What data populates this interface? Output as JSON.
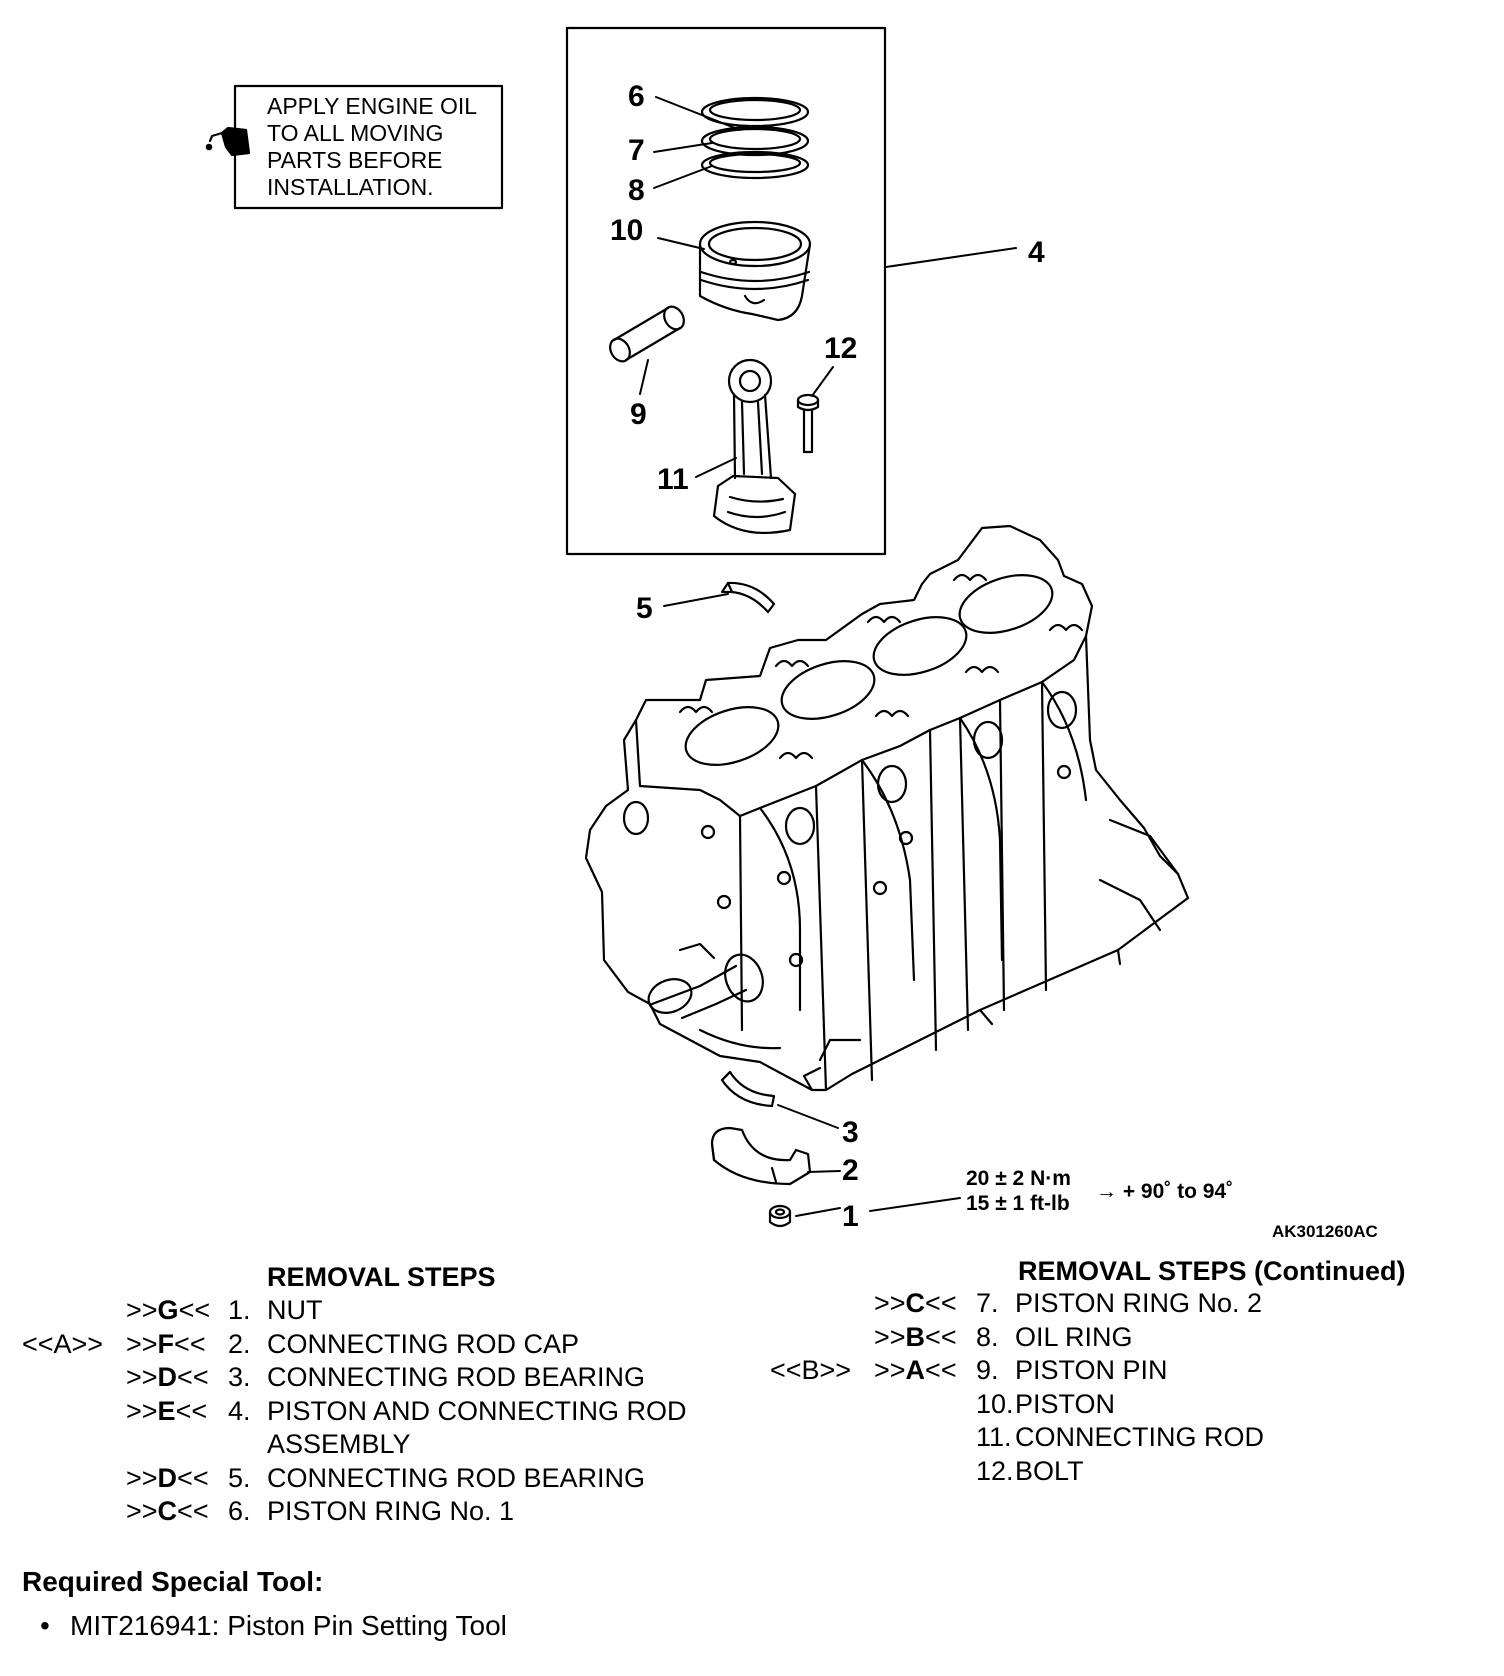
{
  "note": {
    "lines": [
      "APPLY ENGINE OIL",
      "TO ALL MOVING",
      "PARTS BEFORE",
      "INSTALLATION."
    ],
    "icon": "oil-can-icon"
  },
  "callouts": [
    "1",
    "2",
    "3",
    "4",
    "5",
    "6",
    "7",
    "8",
    "9",
    "10",
    "11",
    "12"
  ],
  "torque": {
    "metric": "20 ± 2 N·m",
    "imperial": "15 ± 1 ft-lb",
    "angle": "→ + 90˚ to 94˚"
  },
  "figure_id": "AK301260AC",
  "removal_steps_left": {
    "heading": "REMOVAL STEPS",
    "rows": [
      {
        "pre": "",
        "code_open": ">>",
        "code": "G",
        "code_close": "<<",
        "num": "1.",
        "label": "NUT"
      },
      {
        "pre": "<<A>>",
        "code_open": ">>",
        "code": "F",
        "code_close": "<<",
        "num": "2.",
        "label": "CONNECTING ROD CAP"
      },
      {
        "pre": "",
        "code_open": ">>",
        "code": "D",
        "code_close": "<<",
        "num": "3.",
        "label": "CONNECTING ROD BEARING"
      },
      {
        "pre": "",
        "code_open": ">>",
        "code": "E",
        "code_close": "<<",
        "num": "4.",
        "label": "PISTON AND CONNECTING ROD"
      },
      {
        "pre": "",
        "code_open": "",
        "code": "",
        "code_close": "",
        "num": "",
        "label": "ASSEMBLY"
      },
      {
        "pre": "",
        "code_open": ">>",
        "code": "D",
        "code_close": "<<",
        "num": "5.",
        "label": "CONNECTING ROD BEARING"
      },
      {
        "pre": "",
        "code_open": ">>",
        "code": "C",
        "code_close": "<<",
        "num": "6.",
        "label": "PISTON RING No. 1"
      }
    ]
  },
  "removal_steps_right": {
    "heading": "REMOVAL STEPS (Continued)",
    "rows": [
      {
        "pre": "",
        "code_open": ">>",
        "code": "C",
        "code_close": "<<",
        "num": "7.",
        "label": "PISTON RING No. 2"
      },
      {
        "pre": "",
        "code_open": ">>",
        "code": "B",
        "code_close": "<<",
        "num": "8.",
        "label": "OIL RING"
      },
      {
        "pre": "<<B>>",
        "code_open": ">>",
        "code": "A",
        "code_close": "<<",
        "num": "9.",
        "label": "PISTON PIN"
      },
      {
        "pre": "",
        "code_open": "",
        "code": "",
        "code_close": "",
        "num": "10.",
        "label": "PISTON"
      },
      {
        "pre": "",
        "code_open": "",
        "code": "",
        "code_close": "",
        "num": "11.",
        "label": "CONNECTING ROD"
      },
      {
        "pre": "",
        "code_open": "",
        "code": "",
        "code_close": "",
        "num": "12.",
        "label": "BOLT"
      }
    ]
  },
  "special_tool": {
    "heading": "Required Special Tool:",
    "items": [
      "MIT216941: Piston Pin Setting Tool"
    ]
  }
}
